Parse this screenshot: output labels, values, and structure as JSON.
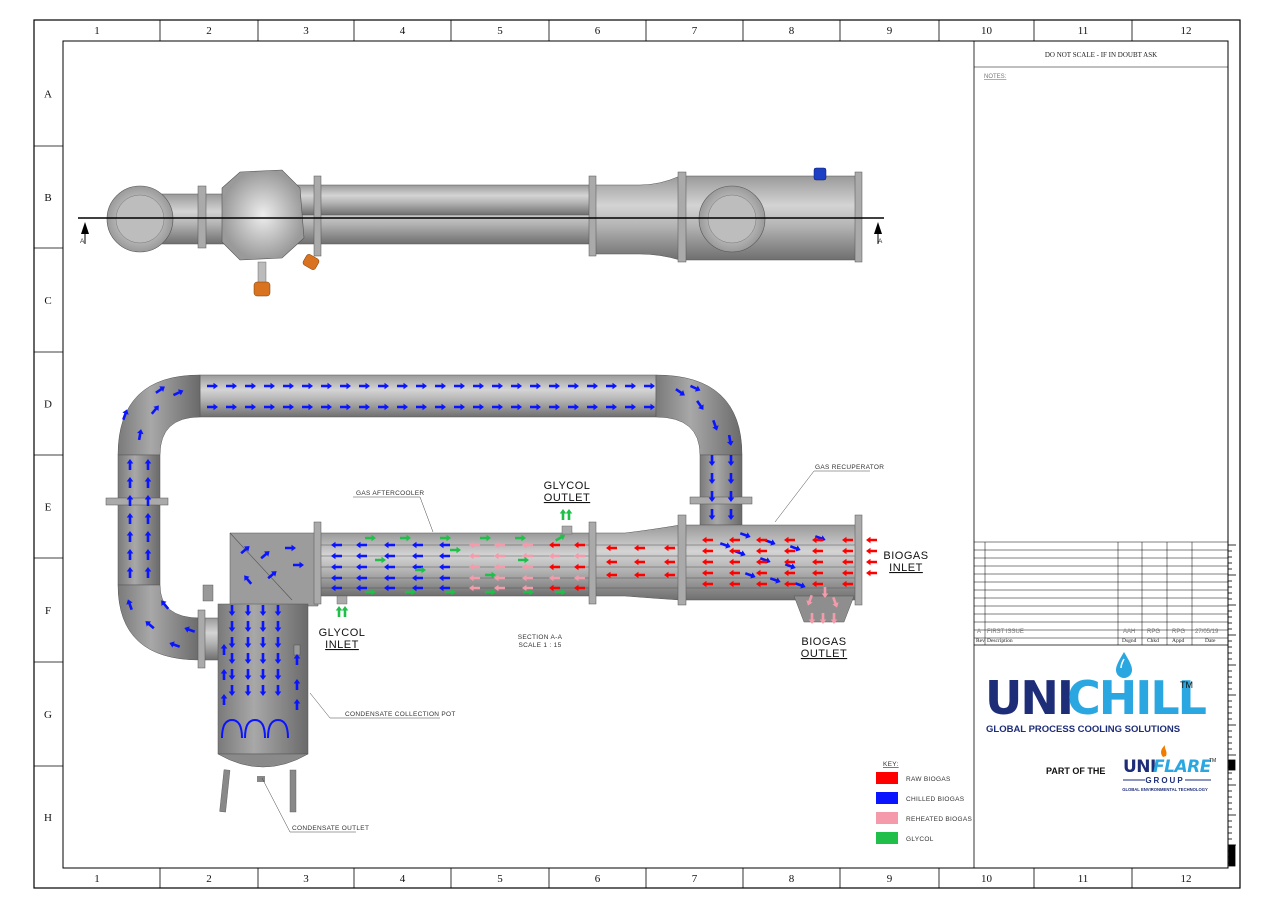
{
  "sheet": {
    "col_labels": [
      "1",
      "2",
      "3",
      "4",
      "5",
      "6",
      "7",
      "8",
      "9",
      "10",
      "11",
      "12"
    ],
    "row_labels": [
      "A",
      "B",
      "C",
      "D",
      "E",
      "F",
      "G",
      "H"
    ]
  },
  "title_block": {
    "warning": "DO NOT SCALE - IF IN DOUBT ASK",
    "notes_label": "NOTES:",
    "revision": {
      "rev": "A",
      "description": "FIRST ISSUE",
      "drawn": "AAH",
      "checked": "RPG",
      "approved": "RPG",
      "date": "27/05/19"
    },
    "headers": {
      "rev": "Rev",
      "description": "Description",
      "drawn": "Dsgnd",
      "checked": "Chkd",
      "approved": "Appd",
      "date": "Date"
    }
  },
  "branding": {
    "logo_uni": "UNI",
    "logo_chill": "CHILL",
    "trademark": "TM",
    "tagline": "GLOBAL PROCESS COOLING SOLUTIONS",
    "part_of": "PART OF THE",
    "group_uni": "UNI",
    "group_flare": "FLARE",
    "group_tm": "TM",
    "group_word": "GROUP",
    "group_tagline": "GLOBAL ENVIRONMENTAL TECHNOLOGY",
    "brand_blue": "#1e2d78",
    "brand_light_blue": "#2aa7e0",
    "flare_orange": "#f07c00"
  },
  "diagram": {
    "section_marker": "A",
    "callouts": {
      "gas_aftercooler": "GAS AFTERCOOLER",
      "gas_recuperator": "GAS RECUPERATOR",
      "condensate_pot": "CONDENSATE COLLECTION POT",
      "condensate_outlet": "CONDENSATE OUTLET",
      "section": "SECTION A-A",
      "scale": "SCALE 1 : 15"
    },
    "labels": {
      "glycol_outlet": [
        "GLYCOL",
        "OUTLET"
      ],
      "glycol_inlet": [
        "GLYCOL",
        "INLET"
      ],
      "biogas_inlet": [
        "BIOGAS",
        "INLET"
      ],
      "biogas_outlet": [
        "BIOGAS",
        "OUTLET"
      ]
    }
  },
  "key": {
    "title": "KEY:",
    "items": [
      {
        "label": "RAW BIOGAS",
        "color": "#ff0000"
      },
      {
        "label": "CHILLED BIOGAS",
        "color": "#0a14ff"
      },
      {
        "label": "REHEATED BIOGAS",
        "color": "#f59aaa"
      },
      {
        "label": "GLYCOL",
        "color": "#1fbf4a"
      }
    ]
  }
}
